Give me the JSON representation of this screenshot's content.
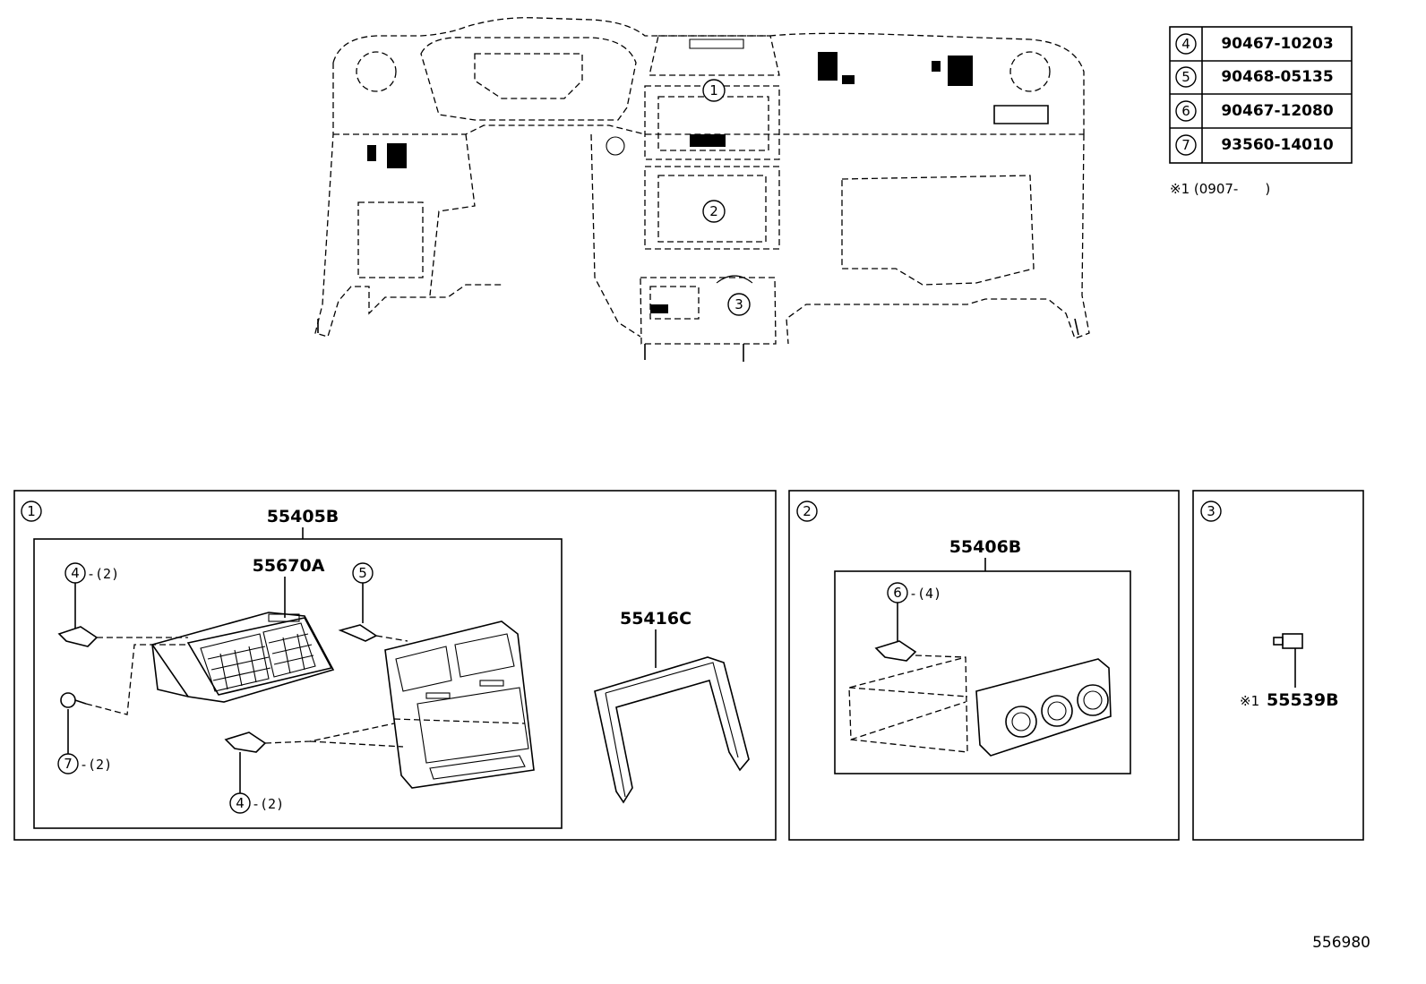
{
  "fastener_table": [
    {
      "ref": "4",
      "part": "90467-10203"
    },
    {
      "ref": "5",
      "part": "90468-05135"
    },
    {
      "ref": "6",
      "part": "90467-12080"
    },
    {
      "ref": "7",
      "part": "93560-14010"
    }
  ],
  "footnote": "※1 (0907-　　)",
  "overview_callouts": [
    "1",
    "2",
    "3"
  ],
  "panel1": {
    "ref": "1",
    "assembly_part": "55405B",
    "vent_part": "55670A",
    "bezel_part": "55416C",
    "callout_4_top": {
      "ref": "4",
      "qty": "-(2)"
    },
    "callout_5": {
      "ref": "5"
    },
    "callout_7": {
      "ref": "7",
      "qty": "-(2)"
    },
    "callout_4_bottom": {
      "ref": "4",
      "qty": "-(2)"
    }
  },
  "panel2": {
    "ref": "2",
    "assembly_part": "55406B",
    "callout_6": {
      "ref": "6",
      "qty": "-(4)"
    }
  },
  "panel3": {
    "ref": "3",
    "part_prefix": "※1",
    "part": "55539B"
  },
  "drawing_number": "556980"
}
